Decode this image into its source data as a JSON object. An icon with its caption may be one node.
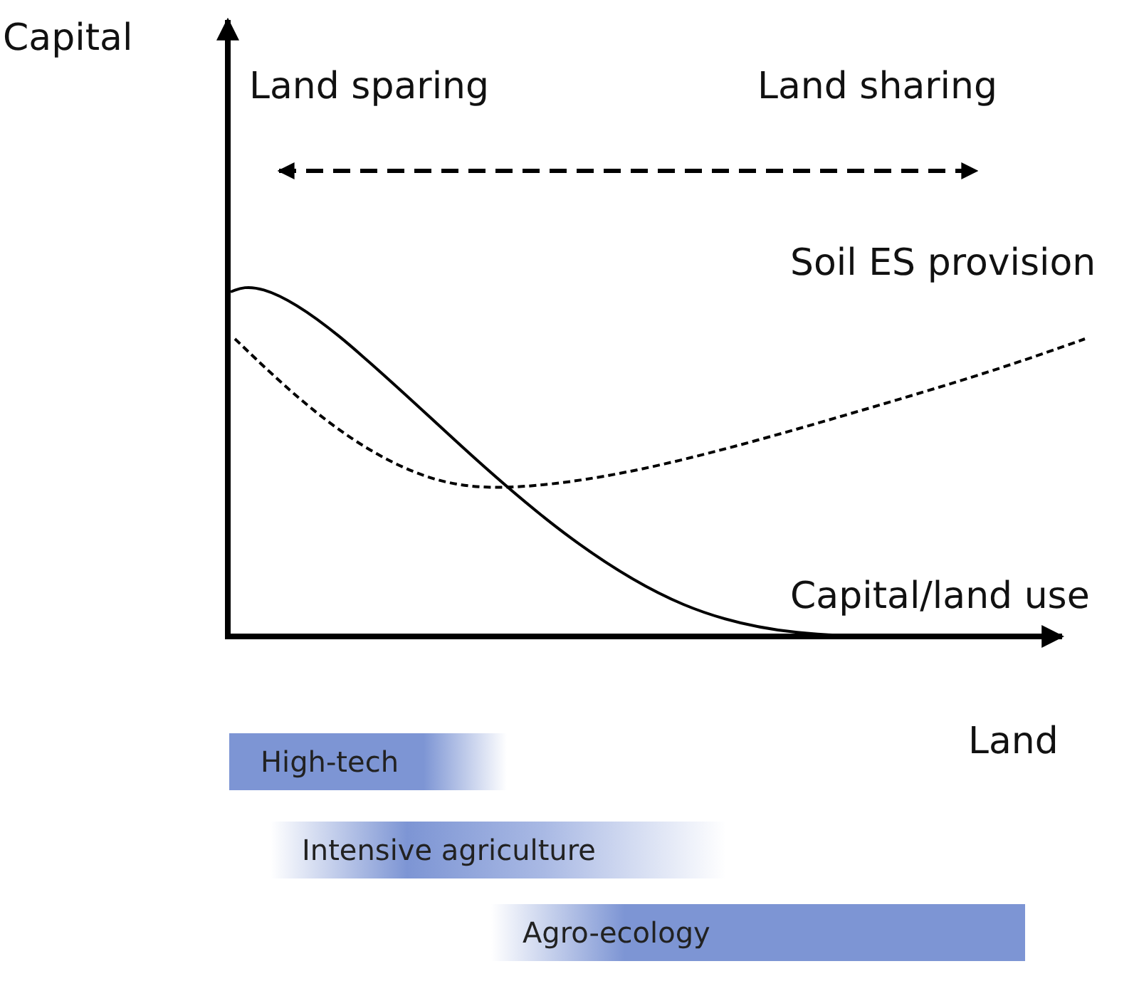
{
  "diagram": {
    "nodes": [
      {
        "text": [
          "High-tech"
        ]
      },
      {
        "text": [
          "Intensive agriculture"
        ]
      },
      {
        "text": [
          "Agro-ecology"
        ]
      }
    ],
    "labels": [
      "Capital",
      "Land sparing",
      "Land sharing",
      "Soil ES provision",
      "Capital/land use",
      "Land"
    ]
  }
}
